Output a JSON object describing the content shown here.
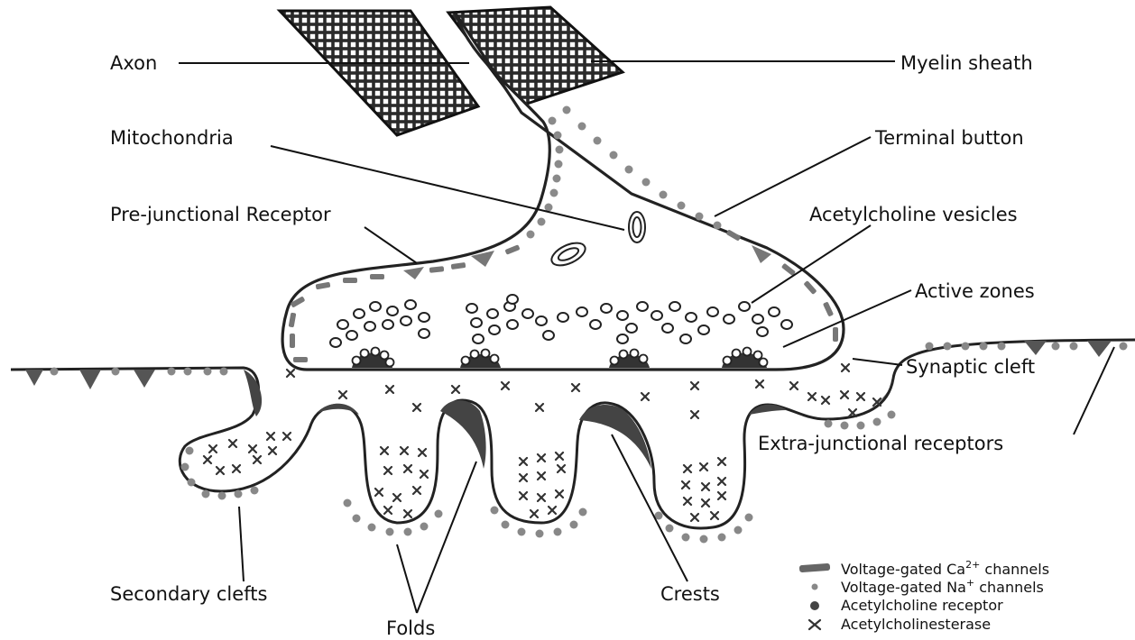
{
  "labels": {
    "axon": "Axon",
    "myelin": "Myelin sheath",
    "mitochondria": "Mitochondria",
    "terminal": "Terminal button",
    "prejunctional": "Pre-junctional Receptor",
    "ach_vesicles": "Acetylcholine vesicles",
    "active_zones": "Active zones",
    "synaptic_cleft": "Synaptic cleft",
    "extra_junctional": "Extra-junctional receptors",
    "secondary_clefts": "Secondary clefts",
    "crests": "Crests",
    "folds": "Folds"
  },
  "legend": {
    "ca_pre": "Voltage-gated Ca",
    "ca_sup": "2+",
    "ca_post": " channels",
    "na_pre": "Voltage-gated Na",
    "na_sup": "+",
    "na_post": " channels",
    "ach_receptor": "Acetylcholine receptor",
    "ache": "Acetylcholinesterase"
  },
  "colors": {
    "ink": "#222222",
    "channel_gray": "#8a8a8a",
    "shading": "#555555",
    "background": "#ffffff"
  }
}
